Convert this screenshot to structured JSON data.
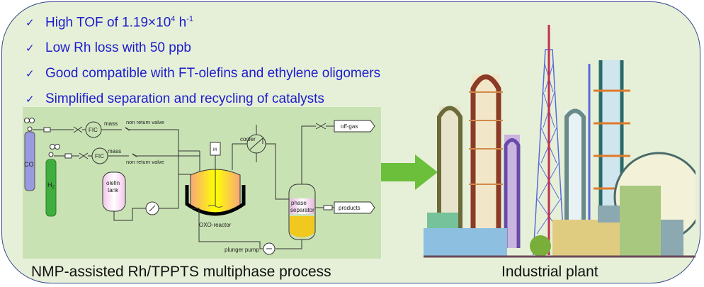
{
  "highlights": [
    {
      "text": "High TOF of 1.19×10",
      "sup1": "4",
      "unit": " h",
      "sup2": "-1"
    },
    {
      "text": "Low Rh loss with 50 ppb"
    },
    {
      "text": "Good compatible with FT-olefins and ethylene oligomers"
    },
    {
      "text": "Simplified separation and recycling of catalysts"
    }
  ],
  "check_glyph": "✓",
  "process_diagram": {
    "labels": {
      "co": "CO",
      "h2": "H",
      "h2_sub": "2",
      "fic1": "FIC",
      "fic2": "FIC",
      "mass1": "mass",
      "mass2": "mass",
      "nrv1": "non return valve",
      "nrv2": "non return valve",
      "olefin_tank_1": "olefin",
      "olefin_tank_2": "tank",
      "cooler": "cooler",
      "reactor": "OXO-reactor",
      "motor": "M",
      "phase_sep_1": "phase",
      "phase_sep_2": "separator",
      "off_gas": "off-gas",
      "products": "products",
      "plunger_pump": "plunger pump"
    }
  },
  "captions": {
    "left": "NMP-assisted Rh/TPPTS multiphase process",
    "right": "Industrial plant"
  },
  "colors": {
    "accent_text": "#1c1ccc",
    "arrow": "#6bbf3a",
    "frame_border": "#3b4a8c",
    "background": "#e6f0d8",
    "diagram_bg": "#c9e2b4"
  }
}
